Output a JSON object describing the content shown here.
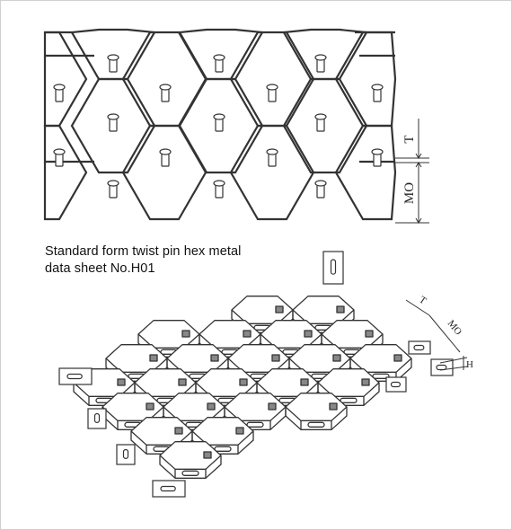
{
  "caption": {
    "line1": "Standard form twist pin hex metal",
    "line2": "data sheet No.H01"
  },
  "dimensions": {
    "top_t": "T",
    "top_mo": "MO",
    "iso_t": "T",
    "iso_mo": "MO",
    "iso_h": "H"
  },
  "colors": {
    "line": "#333333",
    "background": "#ffffff"
  }
}
